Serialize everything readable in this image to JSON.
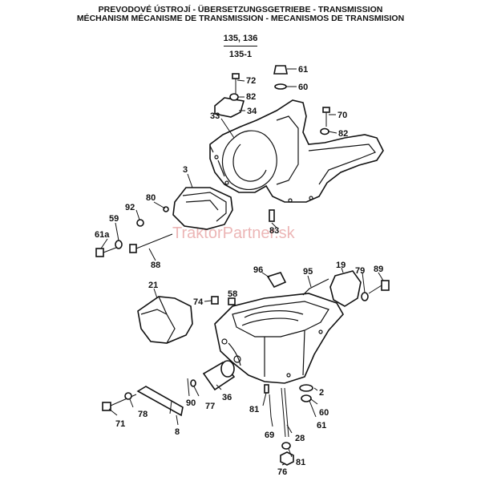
{
  "header": {
    "line1": "PREVODOVÉ ÚSTROJÍ - ÜBERSETZUNGSGETRIEBE - TRANSMISSION",
    "line2": "MÉCHANISM MÉCANISME DE TRANSMISSION - MECANISMOS DE TRANSMISION",
    "model": "135, 136",
    "variant": "135-1"
  },
  "watermark": "TraktorPartner.sk",
  "callouts": [
    "72",
    "82",
    "34",
    "33",
    "61",
    "60",
    "70",
    "82",
    "3",
    "80",
    "92",
    "59",
    "61a",
    "88",
    "83",
    "21",
    "74",
    "58",
    "96",
    "95",
    "19",
    "79",
    "89",
    "2",
    "60",
    "61",
    "36",
    "77",
    "90",
    "81",
    "69",
    "28",
    "81",
    "76",
    "71",
    "78",
    "8"
  ]
}
